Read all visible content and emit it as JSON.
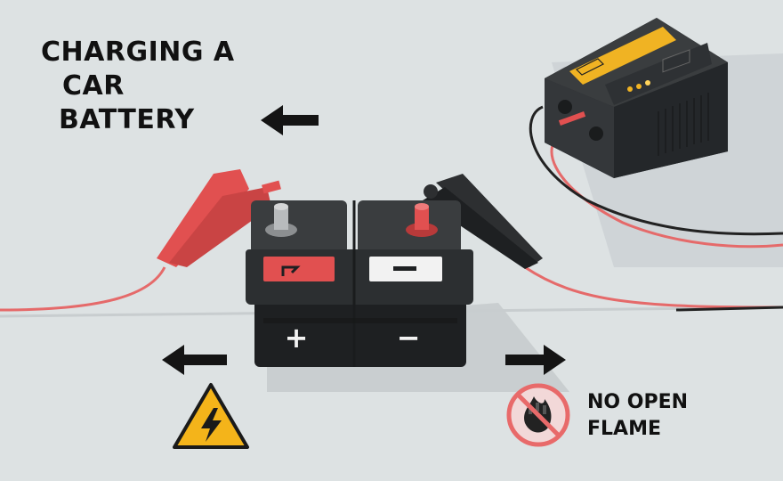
{
  "title": {
    "line1": "CHARGING A",
    "line2": "CAR",
    "line3": "BATTERY"
  },
  "battery": {
    "positive_symbol": "+",
    "negative_symbol": "−"
  },
  "warning": {
    "line1": "NO OPEN",
    "line2": "FLAME"
  },
  "icons": [
    "arrow-left-icon",
    "arrow-right-icon",
    "lightning-hazard-icon",
    "no-flame-icon",
    "charger-icon",
    "battery-icon",
    "red-clamp-icon",
    "black-clamp-icon"
  ],
  "colors": {
    "background": "#dde2e3",
    "cable_red": "#e56a6a",
    "clamp_red": "#e15050",
    "battery_body": "#2c2f31",
    "charger_display": "#f0b323",
    "hazard_yellow": "#f4b41a",
    "prohibit_red": "#e86a6a"
  }
}
